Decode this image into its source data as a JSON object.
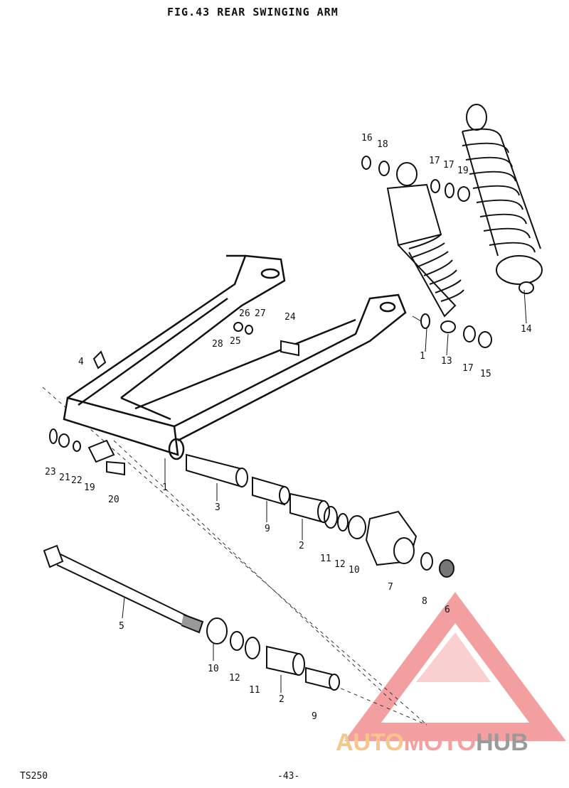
{
  "header": {
    "title": "FIG.43   REAR SWINGING ARM"
  },
  "footer": {
    "model": "TS250",
    "page": "-43-"
  },
  "watermark": {
    "part1": "AUTO",
    "part2": "MOTO",
    "part3": "HUB",
    "colors": {
      "auto": "#f6c78a",
      "moto": "#f4a0a0",
      "hub": "#9a9a9a",
      "logo": "#f08080"
    }
  },
  "labels": {
    "l16": "16",
    "l18": "18",
    "l17a": "17",
    "l17b": "17",
    "l19a": "19",
    "l26": "26",
    "l27": "27",
    "l24": "24",
    "l28": "28",
    "l25": "25",
    "l4": "4",
    "l1a": "1",
    "l13": "13",
    "l17c": "17",
    "l15": "15",
    "l14": "14",
    "l23": "23",
    "l21": "21",
    "l22": "22",
    "l19b": "19",
    "l20": "20",
    "l1b": "1",
    "l3": "3",
    "l9a": "9",
    "l2a": "2",
    "l11a": "11",
    "l12a": "12",
    "l10a": "10",
    "l7": "7",
    "l8": "8",
    "l6": "6",
    "l5": "5",
    "l10b": "10",
    "l12b": "12",
    "l11b": "11",
    "l2b": "2",
    "l9b": "9"
  }
}
